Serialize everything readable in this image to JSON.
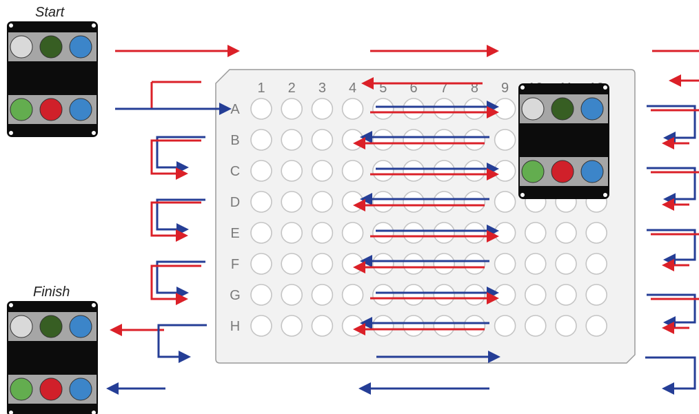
{
  "labels": {
    "start": "Start",
    "finish": "Finish"
  },
  "plate": {
    "columns": [
      "1",
      "2",
      "3",
      "4",
      "5",
      "6",
      "7",
      "8",
      "9",
      "10",
      "11",
      "12"
    ],
    "rows": [
      "A",
      "B",
      "C",
      "D",
      "E",
      "F",
      "G",
      "H"
    ]
  },
  "device": {
    "top_well_colors": [
      "#d9d9d9",
      "#375e23",
      "#3c85c9"
    ],
    "bottom_well_colors": [
      "#63ad4f",
      "#d0202a",
      "#3c85c9"
    ]
  },
  "colors": {
    "red_path": "#db2028",
    "blue_path": "#253e96",
    "plate_fill": "#f2f2f2",
    "plate_border": "#9a9a9a",
    "well_stroke": "#c4c4c4",
    "label_text": "#7a7a7a",
    "device_body": "#0c0c0c",
    "device_rail": "#a6a6a6"
  }
}
